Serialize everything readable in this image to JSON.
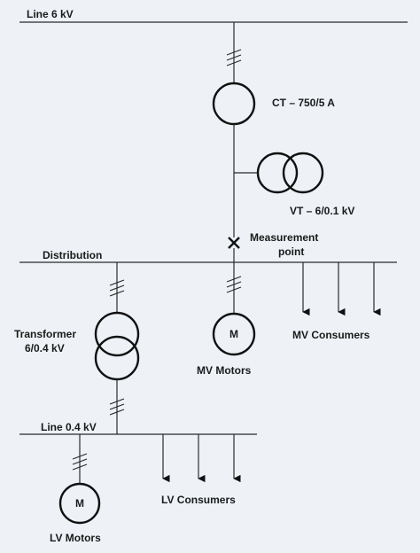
{
  "buses": {
    "line_6kv": "Line 6 kV",
    "distribution": "Distribution",
    "line_04kv": "Line 0.4 kV"
  },
  "instruments": {
    "ct": "CT – 750/5 A",
    "vt": "VT – 6/0.1 kV",
    "measurement_line1": "Measurement",
    "measurement_line2": "point"
  },
  "transformer": {
    "line1": "Transformer",
    "line2": "6/0.4 kV"
  },
  "loads": {
    "motor_symbol": "M",
    "mv_motors": "MV Motors",
    "mv_consumers": "MV Consumers",
    "lv_motors": "LV Motors",
    "lv_consumers": "LV Consumers"
  },
  "colors": {
    "background": "#eef2f7",
    "line": "#2a2a2a"
  }
}
